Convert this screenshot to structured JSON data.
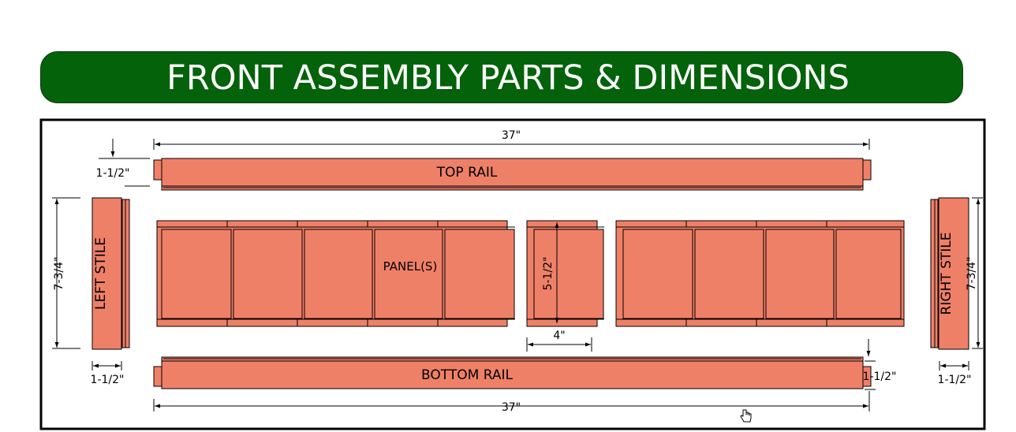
{
  "title": "FRONT ASSEMBLY PARTS & DIMENSIONS",
  "parts": {
    "top_rail": "TOP RAIL",
    "bottom_rail": "BOTTOM RAIL",
    "left_stile": "LEFT STILE",
    "right_stile": "RIGHT STILE",
    "panels": "PANEL(S)"
  },
  "dimensions": {
    "top_rail_length": "37\"",
    "top_rail_height": "1-1/2\"",
    "bottom_rail_length": "37\"",
    "bottom_rail_height": "1-1/2\"",
    "left_stile_height": "7-3/4\"",
    "left_stile_width": "1-1/2\"",
    "right_stile_height": "7-3/4\"",
    "right_stile_width": "1-1/2\"",
    "panel_height": "5-1/2\"",
    "panel_width": "4\""
  },
  "colors": {
    "wood": "#ef8068",
    "banner": "#04620a",
    "banner_text": "#ffffff"
  },
  "cursor_icon": "hand-pointer-icon"
}
